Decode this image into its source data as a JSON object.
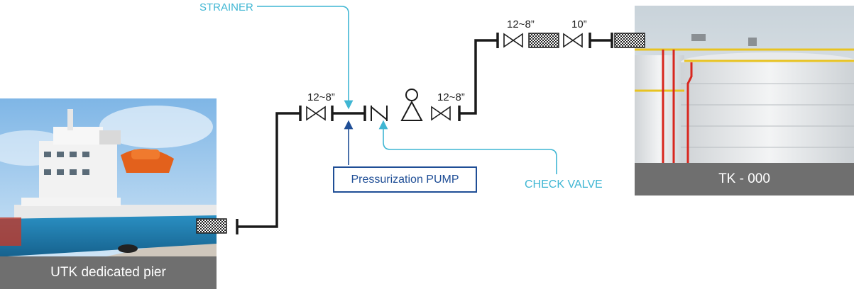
{
  "pier": {
    "caption": "UTK dedicated pier"
  },
  "tank": {
    "caption": "TK - 000"
  },
  "labels": {
    "strainer": "STRAINER",
    "pump": "Pressurization PUMP",
    "check_valve": "CHECK VALVE",
    "size_valve_1": "12~8”",
    "size_valve_2": "12~8”",
    "size_valve_3": "12~8”",
    "size_valve_4": "10”"
  },
  "colors": {
    "pipe": "#1a1a1a",
    "callout_light": "#3fb6d3",
    "callout_dark": "#1f4e96",
    "caption_bg": "#6f6f6f"
  }
}
